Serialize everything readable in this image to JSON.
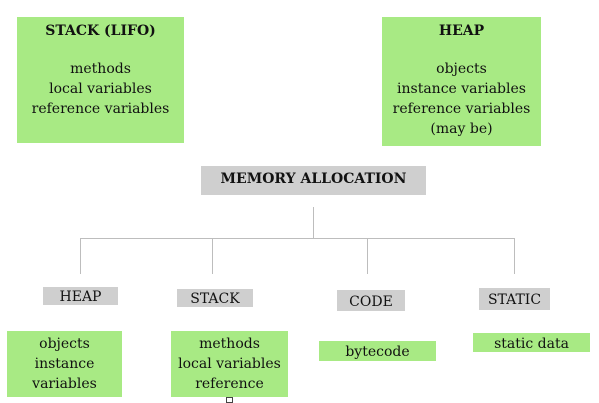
{
  "stack_box": {
    "title": "STACK (LIFO)",
    "lines": [
      "methods",
      "local variables",
      "reference variables"
    ]
  },
  "heap_box": {
    "title": "HEAP",
    "lines": [
      "objects",
      "instance variables",
      "reference variables",
      "(may be)"
    ]
  },
  "root": {
    "label": "MEMORY ALLOCATION"
  },
  "children": [
    {
      "label": "HEAP",
      "details": [
        "objects",
        "instance",
        "variables"
      ]
    },
    {
      "label": "STACK",
      "details": [
        "methods",
        "local variables",
        "reference"
      ]
    },
    {
      "label": "CODE",
      "details": [
        "bytecode"
      ]
    },
    {
      "label": "STATIC",
      "details": [
        "static data"
      ]
    }
  ]
}
